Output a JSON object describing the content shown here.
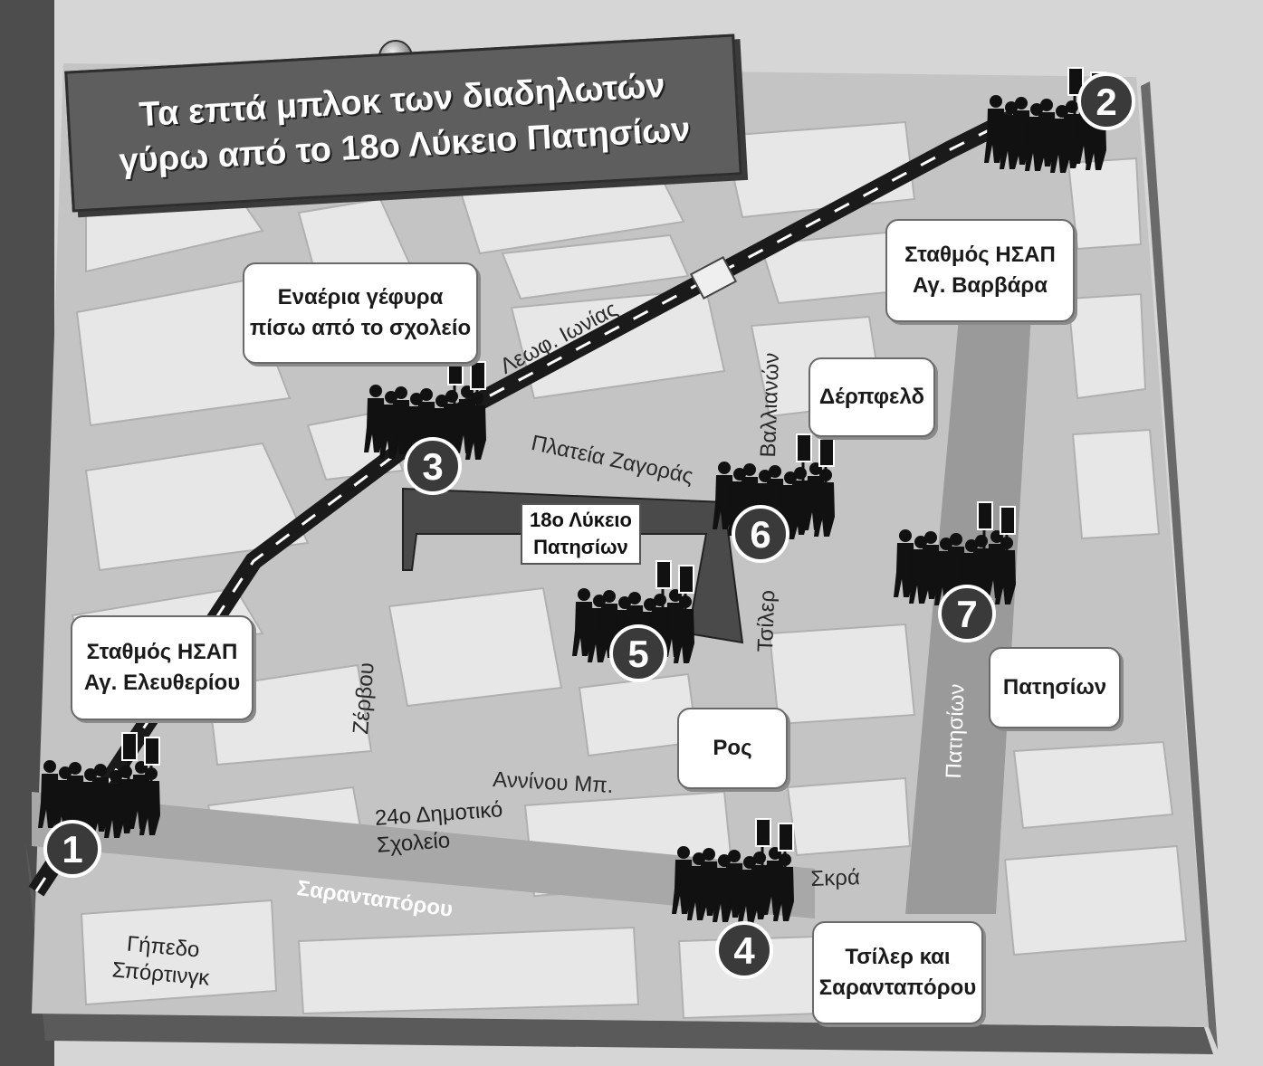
{
  "title": {
    "line1": "Τα επτά μπλοκ των διαδηλωτών",
    "line2": "γύρω από το 18ο Λύκειο Πατησίων"
  },
  "streets": {
    "leof_ionias": "Λεωφ. Ιωνίας",
    "plateia_zagoras": "Πλατεία Ζαγοράς",
    "vallianon": "Βαλλιανών",
    "tsiler": "Τσίλερ",
    "zervou": "Ζέρβου",
    "annINou": "Αννίνου Μπ.",
    "sarantaporou": "Σαρανταπόρου",
    "skra": "Σκρά",
    "patision": "Πατησίων"
  },
  "landmarks": {
    "lykeio": [
      "18ο Λύκειο",
      "Πατησίων"
    ],
    "dimotiko": [
      "24ο Δημοτικό",
      "Σχολείο"
    ],
    "gipedo": [
      "Γήπεδο",
      "Σπόρτινγκ"
    ]
  },
  "blocks": [
    {
      "number": "1",
      "callout": [
        "Σταθμός ΗΣΑΠ",
        "Αγ. Ελευθερίου"
      ]
    },
    {
      "number": "2",
      "callout": [
        "Σταθμός ΗΣΑΠ",
        "Αγ. Βαρβάρα"
      ]
    },
    {
      "number": "3",
      "callout": [
        "Εναέρια γέφυρα",
        "πίσω από το σχολείο"
      ]
    },
    {
      "number": "4",
      "callout": [
        "Τσίλερ και",
        "Σαρανταπόρου"
      ]
    },
    {
      "number": "5",
      "callout": [
        "Ρος"
      ]
    },
    {
      "number": "6",
      "callout": [
        "Δέρπφελδ"
      ]
    },
    {
      "number": "7",
      "callout": [
        "Πατησίων"
      ]
    }
  ],
  "colors": {
    "board": "#9c9c9c",
    "road": "#c4c4c4",
    "block": "#e6e6e6",
    "school": "#4a4a4a",
    "crowd": "#111111",
    "marker": "#3a3a3a"
  }
}
